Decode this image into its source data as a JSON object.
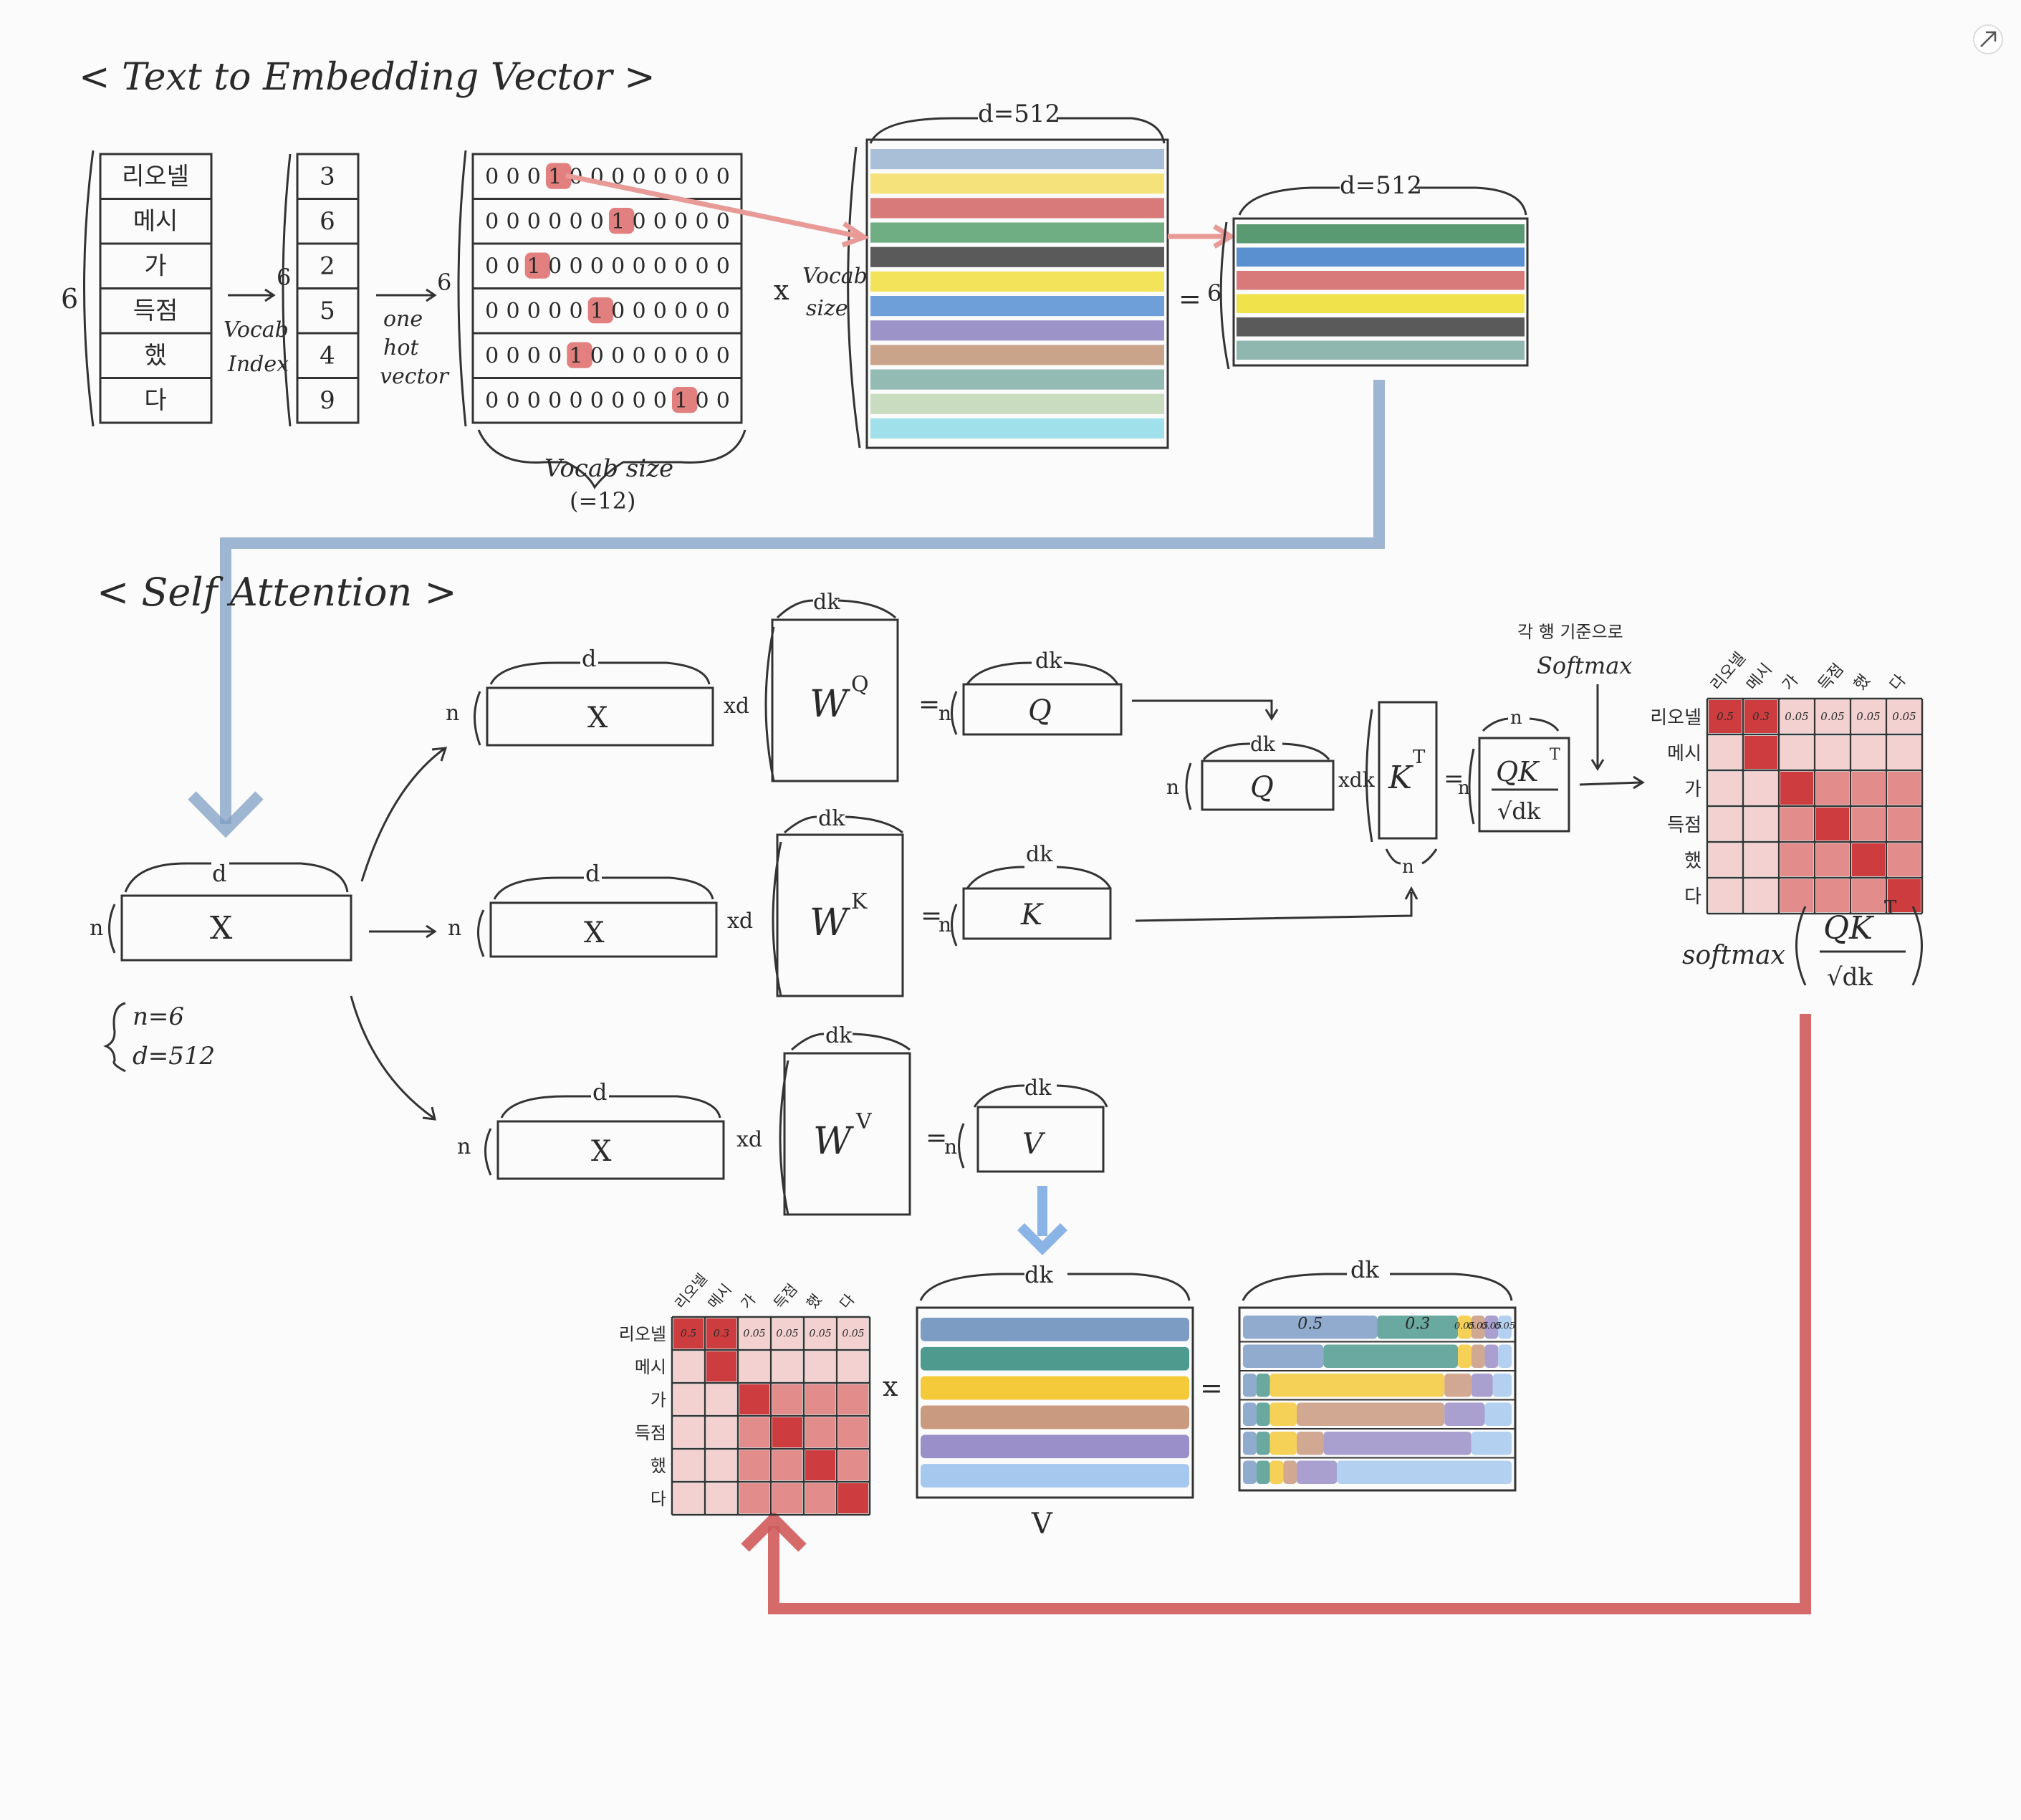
{
  "section1": {
    "title": "< Text to Embedding Vector >"
  },
  "section2": {
    "title": "< Self Attention >"
  },
  "tokens": [
    "리오넬",
    "메시",
    "가",
    "득점",
    "했",
    "다"
  ],
  "indices": [
    "3",
    "6",
    "2",
    "5",
    "4",
    "9"
  ],
  "onehot": [
    "000100000000",
    "000000100000",
    "001000000000",
    "000001000000",
    "000010000000",
    "000000000100"
  ],
  "labels": {
    "n_six": "6",
    "vocab_index": [
      "Vocab",
      "Index"
    ],
    "one_hot": [
      "one",
      "hot",
      "vector"
    ],
    "times": "x",
    "vocab_size_side": [
      "Vocab",
      "size"
    ],
    "vocab_size_bottom": [
      "Vocab size",
      "(=12)"
    ],
    "d512": "d=512",
    "equals": "=",
    "n": "n",
    "d": "d",
    "dk": "dk",
    "xd": "xd",
    "xdk": "xdk",
    "X": "X",
    "WQ": "W",
    "WQ_sup": "Q",
    "WK": "W",
    "WK_sup": "K",
    "WV": "W",
    "WV_sup": "V",
    "Q": "Q",
    "K": "K",
    "V": "V",
    "KT": "K",
    "KT_sup": "T",
    "qk_num": "QK",
    "qk_sup": "T",
    "qk_den": "√dk",
    "row_softmax": [
      "각 행 기준으로",
      "Softmax"
    ],
    "softmax": "softmax",
    "n_eq": "n=6",
    "d_eq": "d=512",
    "v_label": "V"
  },
  "embedding_colors": [
    "#a9bfd8",
    "#f5e27a",
    "#d97a7a",
    "#6fae82",
    "#5a5a5a",
    "#f3e35a",
    "#6f9fd8",
    "#9c93c9",
    "#c9a48a",
    "#93bbb3",
    "#c9dcc0",
    "#9fe0ea"
  ],
  "selected_colors": [
    "#5a9a72",
    "#5a8fd0",
    "#d97a7a",
    "#f0e24a",
    "#5a5a5a",
    "#8fb7b0"
  ],
  "attention": {
    "headers": [
      "리오넬",
      "메시",
      "가",
      "득점",
      "했",
      "다"
    ],
    "first_row": [
      "0.5",
      "0.3",
      "0.05",
      "0.05",
      "0.05",
      "0.05"
    ]
  },
  "v_colors": [
    "#7d9cc4",
    "#4f9a8e",
    "#f4c93a",
    "#c99a80",
    "#9a8fc8",
    "#a6c8ee"
  ],
  "result": {
    "values": [
      "0.5",
      "0.3",
      "0.05",
      "0.05",
      "0.05",
      "0.05"
    ]
  },
  "colors": {
    "blue_arrow": "#7f9fc4",
    "red_arrow": "#cf5a5a",
    "pink_arrow": "#e79a96",
    "attn_dark": "#c8282a",
    "attn_mid": "#e08080",
    "attn_light": "#f2cccc"
  }
}
